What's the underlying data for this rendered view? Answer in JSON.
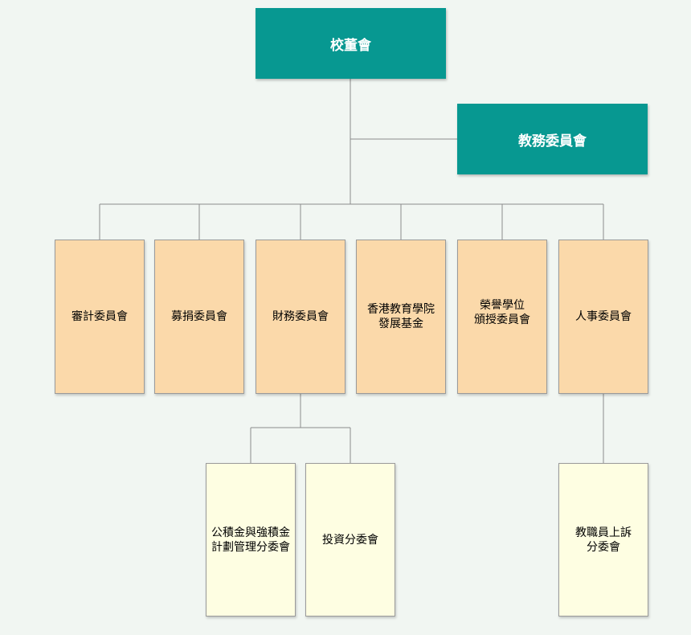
{
  "org_chart": {
    "top": {
      "label": "校董會"
    },
    "side": {
      "label": "教務委員會"
    },
    "committees": [
      {
        "label": "審計委員會"
      },
      {
        "label": "募捐委員會"
      },
      {
        "label": "財務委員會"
      },
      {
        "label_line1": "香港教育學院",
        "label_line2": "發展基金"
      },
      {
        "label_line1": "榮譽學位",
        "label_line2": "頒授委員會"
      },
      {
        "label": "人事委員會"
      }
    ],
    "subcommittees": [
      {
        "label_line1": "公積金與強積金",
        "label_line2": "計劃管理分委會"
      },
      {
        "label": "投資分委會"
      },
      {
        "label_line1": "教職員上訴",
        "label_line2": "分委會"
      }
    ]
  }
}
